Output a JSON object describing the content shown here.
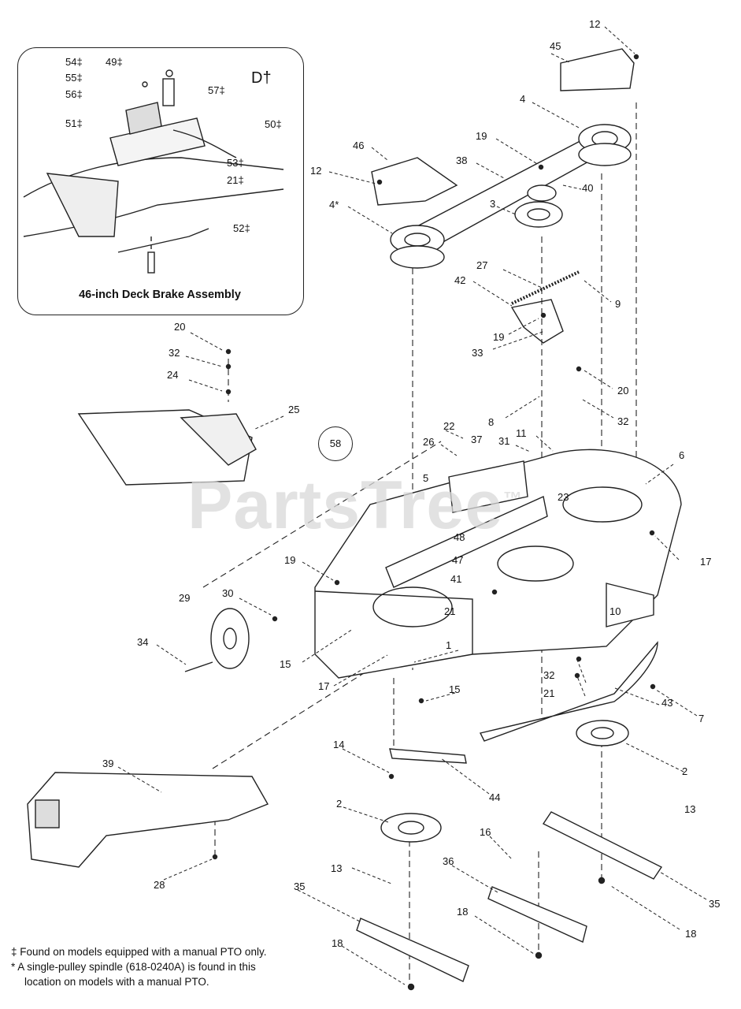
{
  "inset": {
    "title": "46-inch Deck Brake Assembly",
    "labels": [
      "54‡",
      "55‡",
      "56‡",
      "51‡",
      "49‡",
      "57‡",
      "D†",
      "50‡",
      "53‡",
      "21‡",
      "52‡"
    ]
  },
  "callouts": [
    "12",
    "45",
    "4",
    "46",
    "12",
    "19",
    "38",
    "4*",
    "3",
    "40",
    "27",
    "42",
    "9",
    "19",
    "33",
    "20",
    "32",
    "24",
    "25",
    "20",
    "32",
    "8",
    "58",
    "22",
    "26",
    "37",
    "31",
    "11",
    "6",
    "5",
    "23",
    "48",
    "17",
    "47",
    "19",
    "41",
    "30",
    "29",
    "21",
    "10",
    "34",
    "15",
    "1",
    "32",
    "17",
    "21",
    "15",
    "7",
    "43",
    "2",
    "14",
    "44",
    "39",
    "13",
    "2",
    "16",
    "36",
    "13",
    "35",
    "35",
    "28",
    "18",
    "18",
    "18"
  ],
  "watermark": "PartsTree",
  "watermark_mark": "™",
  "footnotes": [
    "‡ Found on models equipped with a manual PTO only.",
    "* A single-pulley spindle (618-0240A) is found in this",
    "location on models with a manual PTO."
  ]
}
